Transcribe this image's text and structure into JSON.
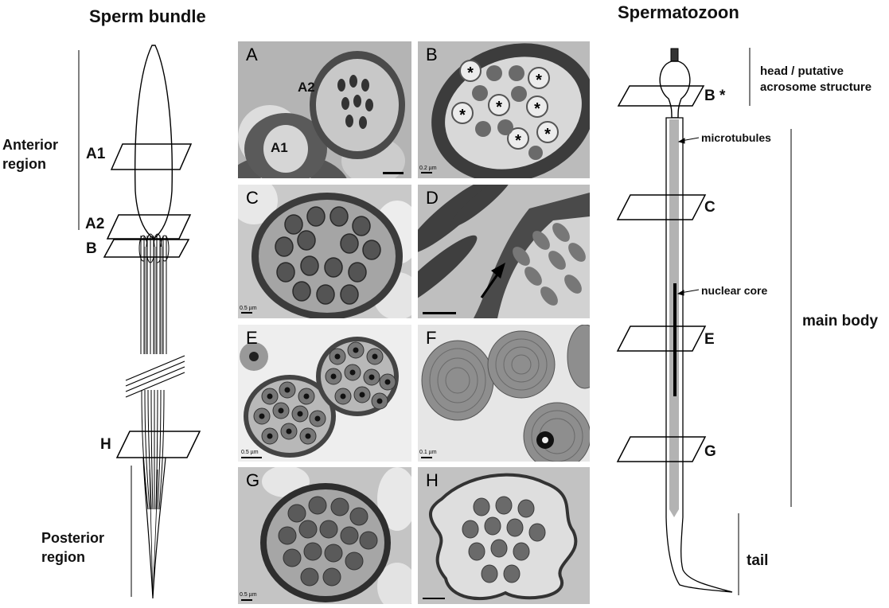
{
  "figure": {
    "left_title": "Sperm bundle",
    "right_title": "Spermatozoon",
    "bundle": {
      "anterior_region": [
        "Anterior",
        "region"
      ],
      "posterior_region": [
        "Posterior",
        "region"
      ],
      "planes": [
        "A1",
        "A2",
        "B",
        "H"
      ]
    },
    "spermatozoon": {
      "planes": [
        "B *",
        "C",
        "E",
        "G"
      ],
      "head_label": [
        "head / putative",
        "acrosome structure"
      ],
      "microtubules": "microtubules",
      "nuclear_core": "nuclear core",
      "main_body": "main body",
      "tail": "tail"
    },
    "panels": [
      {
        "id": "A",
        "label": "A",
        "inner": [
          "A2",
          "A1"
        ],
        "scale": ""
      },
      {
        "id": "B",
        "label": "B",
        "inner": [],
        "scale": "0.2 µm"
      },
      {
        "id": "C",
        "label": "C",
        "inner": [],
        "scale": "0.5 µm"
      },
      {
        "id": "D",
        "label": "D",
        "inner": [],
        "scale": ""
      },
      {
        "id": "E",
        "label": "E",
        "inner": [],
        "scale": "0.5 µm"
      },
      {
        "id": "F",
        "label": "F",
        "inner": [],
        "scale": "0.1 µm"
      },
      {
        "id": "G",
        "label": "G",
        "inner": [],
        "scale": "0.5 µm"
      },
      {
        "id": "H",
        "label": "H",
        "inner": [],
        "scale": ""
      }
    ]
  }
}
